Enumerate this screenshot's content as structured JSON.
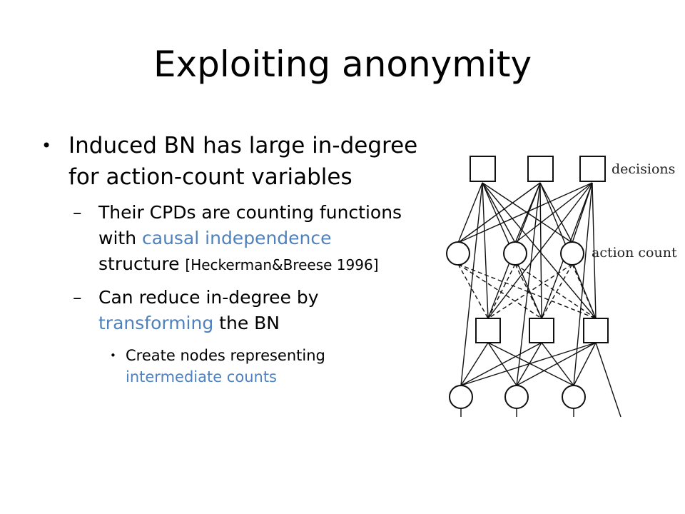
{
  "slide": {
    "title": "Exploiting anonymity",
    "bullet1": {
      "line1": "Induced BN has large in-degree",
      "line2": "for action-count variables"
    },
    "sub1": {
      "line1": "Their CPDs are counting functions",
      "line2_pre": "with ",
      "line2_hl": "causal independence",
      "line3": "structure ",
      "line3_cite": "[Heckerman&Breese 1996]"
    },
    "sub2": {
      "line1": "Can reduce in-degree by",
      "line2_hl": "transforming",
      "line2_post": " the BN"
    },
    "subsub1": {
      "line1": "Create nodes representing",
      "line2_hl": "intermediate counts"
    },
    "bullet_marks": {
      "level1": "•",
      "level2": "–",
      "level3": "•"
    },
    "highlight_color": "#4f81bd"
  },
  "diagram": {
    "label_decisions": "decisions",
    "label_action_count": "action count"
  }
}
